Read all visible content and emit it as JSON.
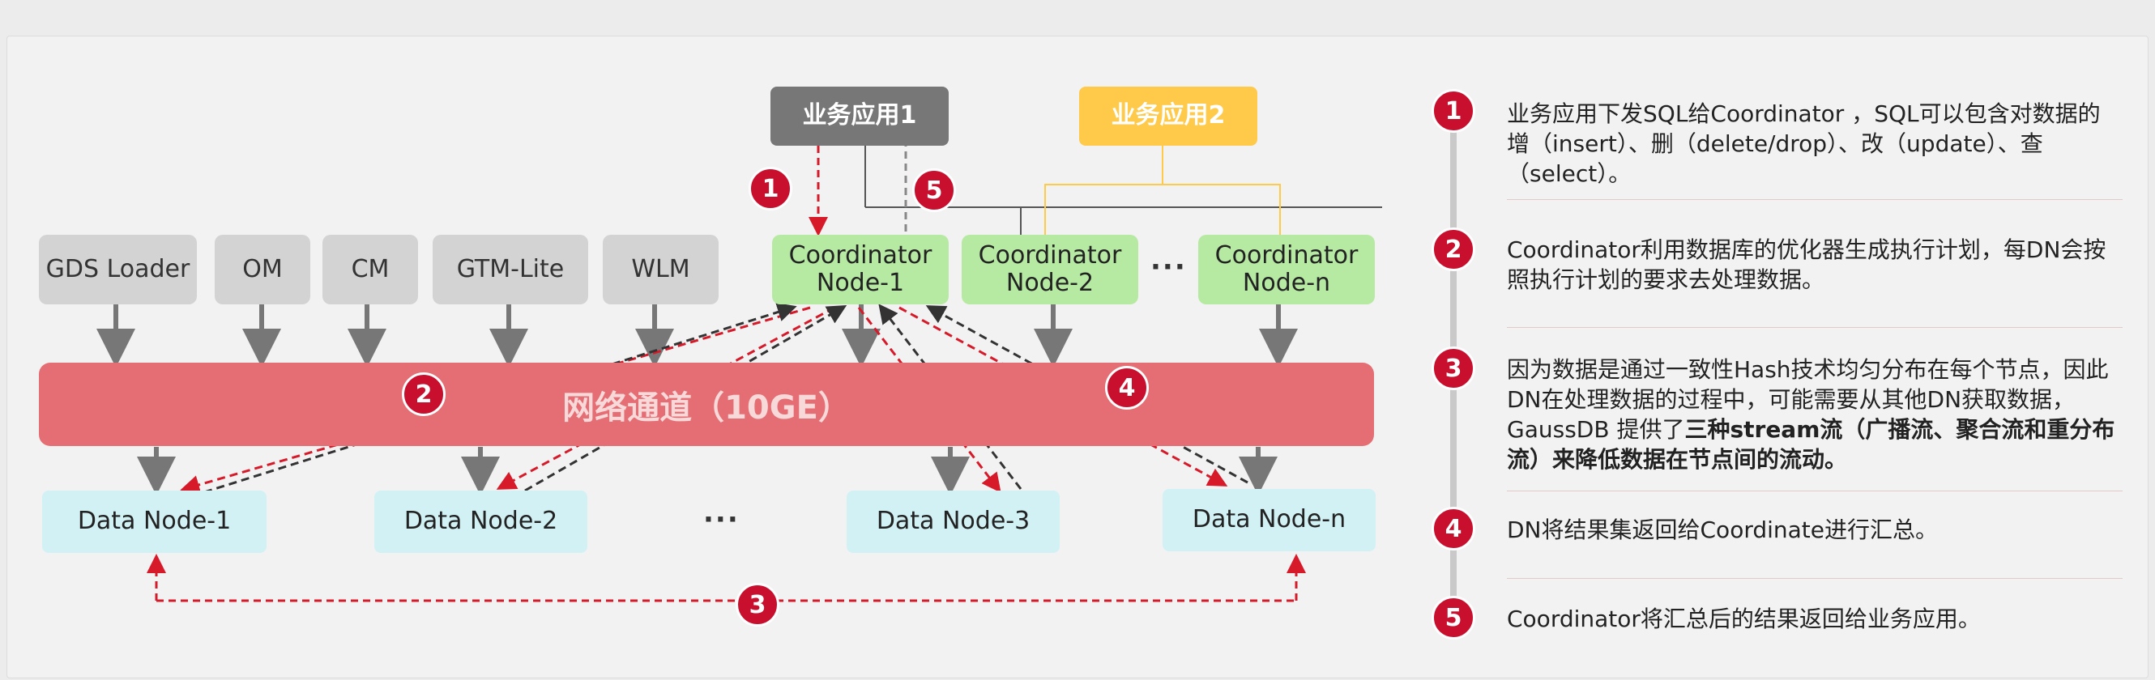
{
  "apps": {
    "app1": "业务应用1",
    "app2": "业务应用2"
  },
  "services": [
    "GDS  Loader",
    "OM",
    "CM",
    "GTM-Lite",
    "WLM"
  ],
  "coordinators": [
    "Coordinator\nNode-1",
    "Coordinator\nNode-2",
    "Coordinator\nNode-n"
  ],
  "coord_ellipsis": "···",
  "network": {
    "label": "网络通道（10GE）"
  },
  "data_nodes": [
    "Data Node-1",
    "Data Node-2",
    "Data Node-3",
    "Data Node-n"
  ],
  "dn_ellipsis": "···",
  "badges": [
    "1",
    "2",
    "3",
    "4",
    "5"
  ],
  "steps": [
    {
      "num": "1",
      "text": "业务应用下发SQL给Coordinator ，SQL可以包含对数据的增（insert）、删（delete/drop）、改（update）、查（select）。"
    },
    {
      "num": "2",
      "text": "Coordinator利用数据库的优化器生成执行计划，每DN会按照执行计划的要求去处理数据。"
    },
    {
      "num": "3",
      "text_a": "因为数据是通过一致性Hash技术均匀分布在每个节点，因此DN在处理数据的过程中，可能需要从其他DN获取数据，GaussDB 提供了",
      "text_b": "三种stream流（广播流、聚合流和重分布流）来降低数据在节点间的流动。"
    },
    {
      "num": "4",
      "text": "DN将结果集返回给Coordinate进行汇总。"
    },
    {
      "num": "5",
      "text": "Coordinator将汇总后的结果返回给业务应用。"
    }
  ],
  "colors": {
    "accent_red": "#c8102e",
    "network": "#e46e74",
    "coordinator": "#b6eaa3",
    "data_node": "#d2f1f5",
    "app2": "#ffc94a"
  }
}
